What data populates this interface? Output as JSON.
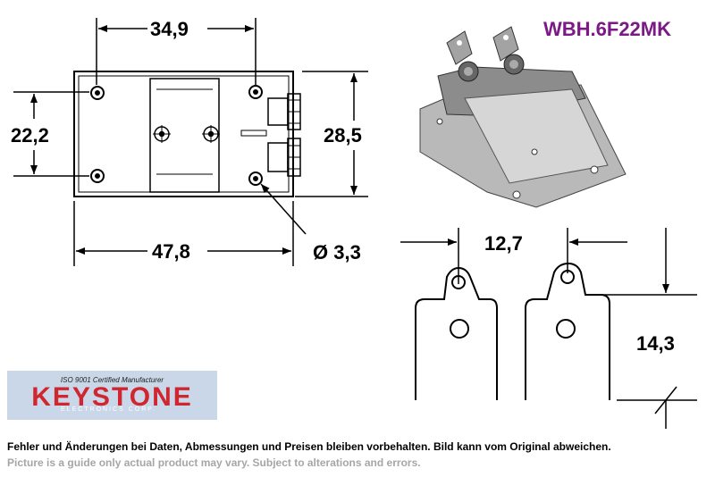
{
  "part_number": "WBH.6F22MK",
  "dimensions": {
    "top_spacing": "34,9",
    "left_height": "22,2",
    "right_height": "28,5",
    "total_width": "47,8",
    "hole_diameter": "Ø 3,3",
    "terminal_spacing": "12,7",
    "terminal_height": "14,3"
  },
  "logo": {
    "brand": "KEYSTONE",
    "certification": "ISO 9001 Certified Manufacturer",
    "subtitle": "ELECTRONICS CORP."
  },
  "disclaimer": {
    "german": "Fehler und Änderungen bei Daten, Abmessungen und Preisen bleiben vorbehalten. Bild kann vom Original abweichen.",
    "english": "Picture is a guide only actual product may vary. Subject to alterations and errors."
  }
}
